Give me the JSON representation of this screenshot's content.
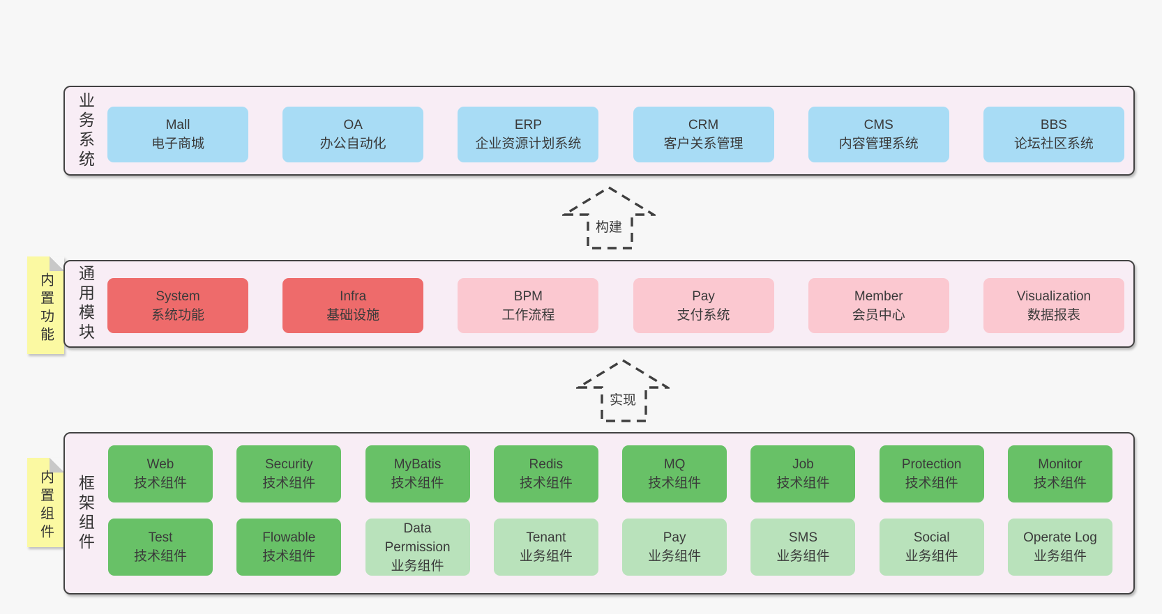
{
  "colors": {
    "page_bg": "#f7f7f7",
    "panel_bg": "#f8edf5",
    "panel_border": "#424242",
    "blue": "#a8dcf5",
    "red": "#ee6b6b",
    "pink": "#fbc8d0",
    "green": "#68c167",
    "green_light": "#b9e2bb",
    "yellow": "#fbf9a2",
    "fold": "#c8c8c8",
    "text": "#3a3a3a",
    "arrow": "#3f3f3f"
  },
  "business": {
    "label": "业务系统",
    "items": [
      {
        "name": "Mall",
        "desc": "电子商城"
      },
      {
        "name": "OA",
        "desc": "办公自动化"
      },
      {
        "name": "ERP",
        "desc": "企业资源计划系统"
      },
      {
        "name": "CRM",
        "desc": "客户关系管理"
      },
      {
        "name": "CMS",
        "desc": "内容管理系统"
      },
      {
        "name": "BBS",
        "desc": "论坛社区系统"
      }
    ]
  },
  "arrows": {
    "build": "构建",
    "implement": "实现"
  },
  "modules": {
    "label": "通用模块",
    "note": "内置功能",
    "items": [
      {
        "name": "System",
        "desc": "系统功能",
        "variant": "red"
      },
      {
        "name": "Infra",
        "desc": "基础设施",
        "variant": "red"
      },
      {
        "name": "BPM",
        "desc": "工作流程",
        "variant": "pink"
      },
      {
        "name": "Pay",
        "desc": "支付系统",
        "variant": "pink"
      },
      {
        "name": "Member",
        "desc": "会员中心",
        "variant": "pink"
      },
      {
        "name": "Visualization",
        "desc": "数据报表",
        "variant": "pink"
      }
    ]
  },
  "framework": {
    "label": "框架组件",
    "note": "内置组件",
    "row1": [
      {
        "name": "Web",
        "desc": "技术组件",
        "variant": "green"
      },
      {
        "name": "Security",
        "desc": "技术组件",
        "variant": "green"
      },
      {
        "name": "MyBatis",
        "desc": "技术组件",
        "variant": "green"
      },
      {
        "name": "Redis",
        "desc": "技术组件",
        "variant": "green"
      },
      {
        "name": "MQ",
        "desc": "技术组件",
        "variant": "green"
      },
      {
        "name": "Job",
        "desc": "技术组件",
        "variant": "green"
      },
      {
        "name": "Protection",
        "desc": "技术组件",
        "variant": "green"
      },
      {
        "name": "Monitor",
        "desc": "技术组件",
        "variant": "green"
      }
    ],
    "row2": [
      {
        "name": "Test",
        "desc": "技术组件",
        "variant": "green"
      },
      {
        "name": "Flowable",
        "desc": "技术组件",
        "variant": "green"
      },
      {
        "name": "Data Permission",
        "desc": "业务组件",
        "variant": "green-light"
      },
      {
        "name": "Tenant",
        "desc": "业务组件",
        "variant": "green-light"
      },
      {
        "name": "Pay",
        "desc": "业务组件",
        "variant": "green-light"
      },
      {
        "name": "SMS",
        "desc": "业务组件",
        "variant": "green-light"
      },
      {
        "name": "Social",
        "desc": "业务组件",
        "variant": "green-light"
      },
      {
        "name": "Operate Log",
        "desc": "业务组件",
        "variant": "green-light"
      }
    ]
  }
}
